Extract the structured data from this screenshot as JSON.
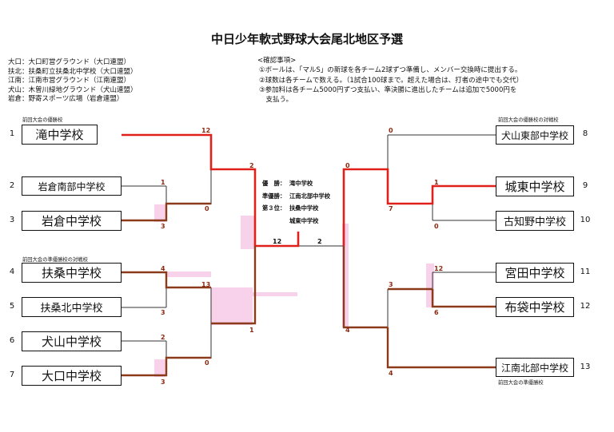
{
  "title": "中日少年軟式野球大会尾北地区予選",
  "venues": [
    "大口：大口町営グラウンド（大口連盟）",
    "扶北：扶桑町立扶桑北中学校（大口連盟）",
    "江南：江南市営グラウンド（江南連盟）",
    "犬山：木曽川緑地グラウンド（犬山連盟）",
    "岩倉：野寄スポーツ広場（岩倉連盟）"
  ],
  "notes": {
    "heading": "<確認事項>",
    "items": [
      "①ボールは、「マルS」の新球を各チーム2球ずつ準備し、メンバー交換時に提出する。",
      "②球数は各チームで数える。（1試合100球まで。超えた場合は、打者の途中でも交代）",
      "③参加料は各チーム5000円ずつ支払い、準決勝に進出したチームは追加で5000円を",
      "　支払う。"
    ]
  },
  "results": {
    "champion_label": "優　勝：",
    "champion": "滝中学校",
    "runner_up_label": "準優勝：",
    "runner_up": "江南北部中学校",
    "third_label": "第３位：",
    "third": [
      "扶桑中学校",
      "城東中学校"
    ]
  },
  "teams": [
    {
      "seed": "1",
      "name": "滝中学校"
    },
    {
      "seed": "2",
      "name": "岩倉南部中学校"
    },
    {
      "seed": "3",
      "name": "岩倉中学校"
    },
    {
      "seed": "4",
      "name": "扶桑中学校"
    },
    {
      "seed": "5",
      "name": "扶桑北中学校"
    },
    {
      "seed": "6",
      "name": "犬山中学校"
    },
    {
      "seed": "7",
      "name": "大口中学校"
    },
    {
      "seed": "8",
      "name": "犬山東部中学校"
    },
    {
      "seed": "9",
      "name": "城東中学校"
    },
    {
      "seed": "10",
      "name": "古知野中学校"
    },
    {
      "seed": "11",
      "name": "宮田中学校"
    },
    {
      "seed": "12",
      "name": "布袋中学校"
    },
    {
      "seed": "13",
      "name": "江南北部中学校"
    }
  ],
  "team_notes": {
    "t1": "前回大会の優勝校",
    "t4": "前回大会の準優勝校の対戦校",
    "t8": "前回大会の優勝校の対戦校",
    "t13": "前回大会の準優勝校"
  },
  "scores": {
    "lg1_top": "12",
    "lg1_bot": "2",
    "lr1_top": "1",
    "lr1_bot": "3",
    "lr1_mid": "0",
    "lg2_top": "4",
    "lg2_bot": "3",
    "lg2_mid": "13",
    "lr2_top": "2",
    "lr2_bot": "3",
    "lr2_mid": "0",
    "lsf_bot": "1",
    "final_left": "12",
    "final_right": "2",
    "rq1_top": "0",
    "rq1_bot": "7",
    "r9_top": "1",
    "r9_bot": "0",
    "rsf_top": "0",
    "r11_top": "12",
    "r11_bot": "6",
    "rq2_top": "3",
    "rq2_bot": "4",
    "rsf_bot": "4"
  },
  "colors": {
    "win_red": "#e0201a",
    "win_brown": "#8b3a1a",
    "line": "#333333",
    "shade": "#f7d2ea"
  }
}
